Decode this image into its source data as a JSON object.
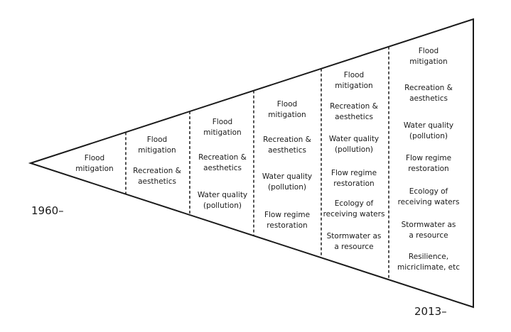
{
  "columns": [
    {
      "items": [
        "Flood\nmitigation"
      ]
    },
    {
      "items": [
        "Flood\nmitigation",
        "Recreation &\naesthetics"
      ]
    },
    {
      "items": [
        "Flood\nmitigation",
        "Recreation &\naesthetics",
        "Water quality\n(pollution)"
      ]
    },
    {
      "items": [
        "Flood\nmitigation",
        "Recreation &\naesthetics",
        "Water quality\n(pollution)",
        "Flow regime\nrestoration"
      ]
    },
    {
      "items": [
        "Flood\nmitigation",
        "Recreation &\naesthetics",
        "Water quality\n(pollution)",
        "Flow regime\nrestoration",
        "Ecology of\nreceiving waters",
        "Stormwater as\na resource"
      ]
    },
    {
      "items": [
        "Flood\nmitigation",
        "Recreation &\naesthetics",
        "Water quality\n(pollution)",
        "Flow regime\nrestoration",
        "Ecology of\nreceiving waters",
        "Stormwater as\na resource",
        "Resilience,\nmicriclimate, etc"
      ]
    }
  ],
  "start_label": "1960–",
  "end_label": "2013–"
}
